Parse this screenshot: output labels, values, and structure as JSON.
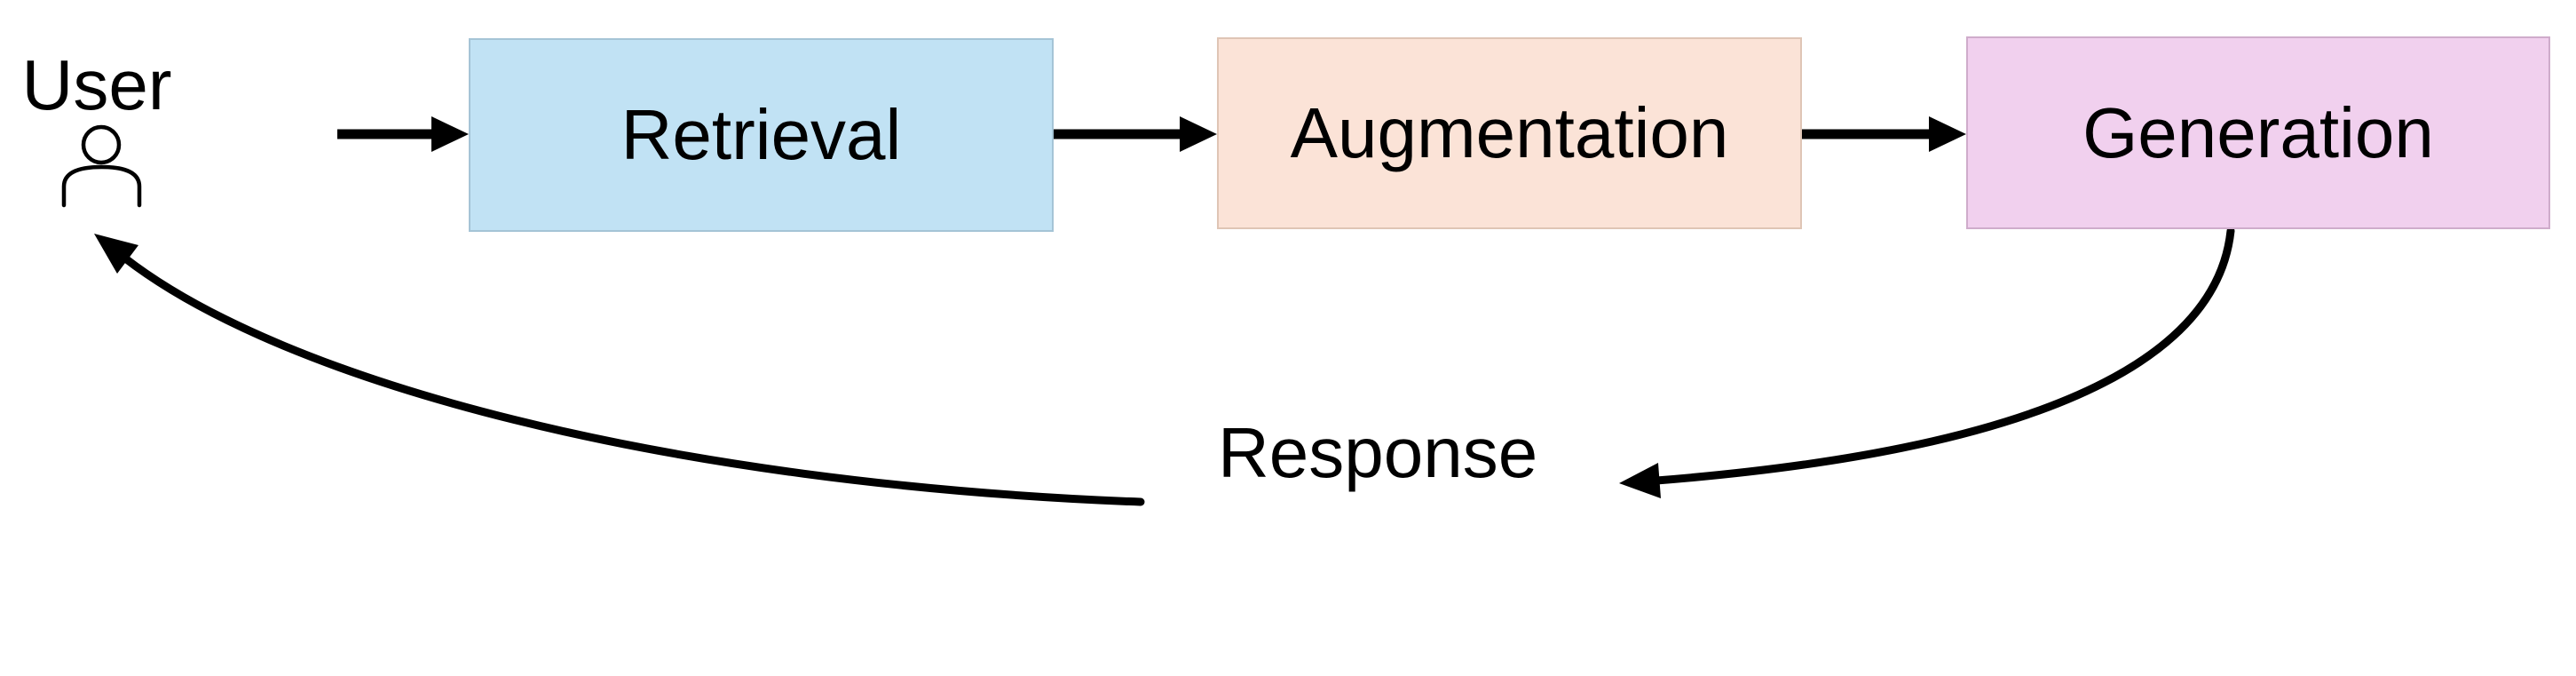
{
  "diagram": {
    "title": "RAG flow diagram",
    "arrow_color": "#000000",
    "text_color": "#000000",
    "background_color": "#ffffff",
    "nodes": [
      {
        "id": "user",
        "label": "User",
        "type": "actor"
      },
      {
        "id": "retrieval",
        "label": "Retrieval",
        "type": "process",
        "fill": "#c1e2f4"
      },
      {
        "id": "augmentation",
        "label": "Augmentation",
        "type": "process",
        "fill": "#fbe3d7"
      },
      {
        "id": "generation",
        "label": "Generation",
        "type": "process",
        "fill": "#f1d0ee"
      },
      {
        "id": "response",
        "label": "Response",
        "type": "label"
      }
    ],
    "edges": [
      {
        "from": "user",
        "to": "retrieval",
        "style": "straight-arrow"
      },
      {
        "from": "retrieval",
        "to": "augmentation",
        "style": "straight-arrow"
      },
      {
        "from": "augmentation",
        "to": "generation",
        "style": "straight-arrow"
      },
      {
        "from": "generation",
        "to": "response",
        "style": "curved-arrow"
      },
      {
        "from": "response",
        "to": "user",
        "style": "curved-arrow"
      }
    ]
  }
}
